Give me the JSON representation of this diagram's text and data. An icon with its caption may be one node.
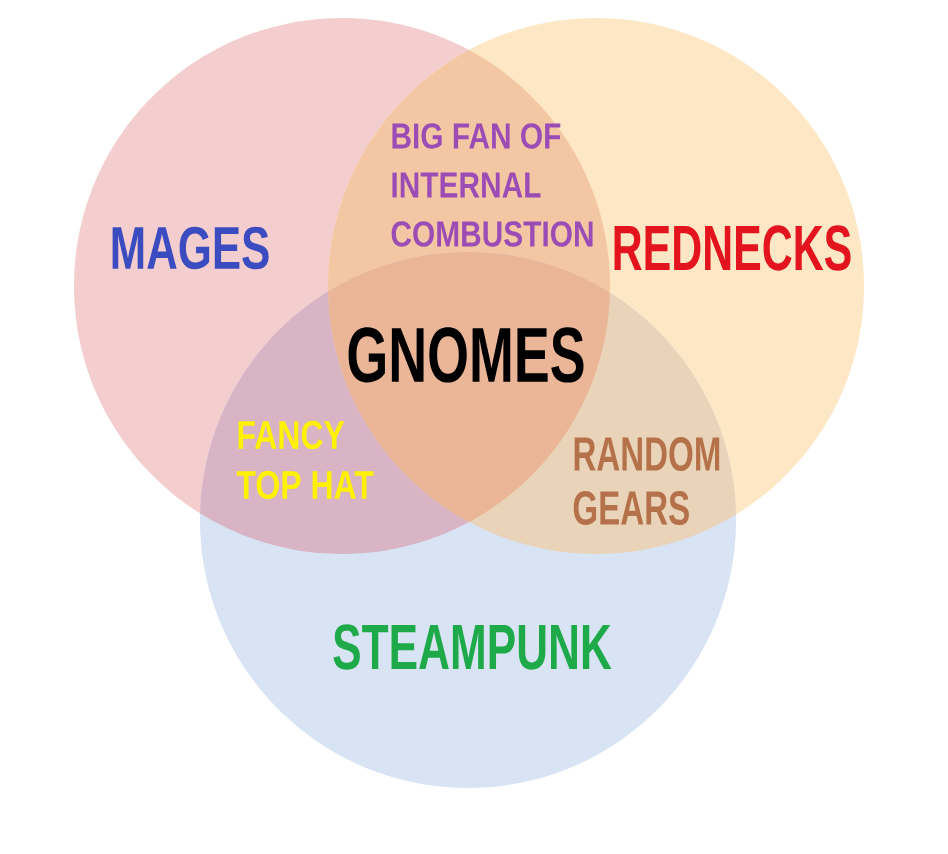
{
  "diagram": {
    "nodes": [
      {
        "text": [
          "MAGES"
        ]
      },
      {
        "text": [
          "REDNECKS"
        ]
      },
      {
        "text": [
          "STEAMPUNK"
        ]
      }
    ],
    "labels": [
      "BIG FAN OF INTERNAL COMBUSTION",
      "GNOMES",
      "FANCY TOP HAT",
      "RANDOM GEARS"
    ]
  }
}
